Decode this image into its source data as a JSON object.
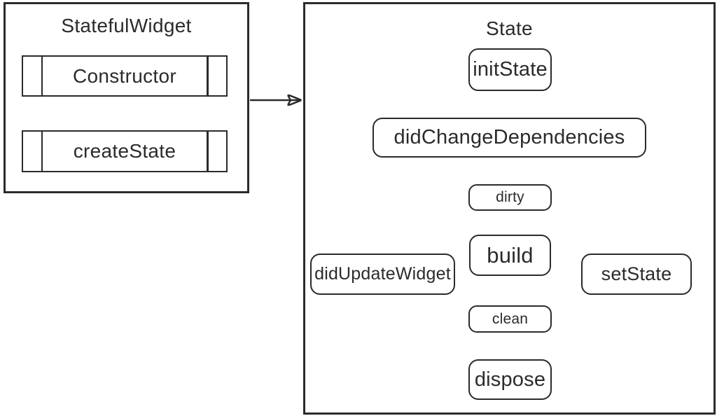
{
  "colors": {
    "ink": "#2b2b2b",
    "background": "#ffffff"
  },
  "left_panel": {
    "title": "StatefulWidget",
    "nodes": {
      "constructor": {
        "label": "Constructor",
        "shape": "subroutine"
      },
      "createState": {
        "label": "createState",
        "shape": "subroutine"
      }
    }
  },
  "right_panel": {
    "title": "State",
    "nodes": {
      "initState": {
        "label": "initState"
      },
      "didChangeDependencies": {
        "label": "didChangeDependencies"
      },
      "dirty": {
        "label": "dirty"
      },
      "build": {
        "label": "build"
      },
      "clean": {
        "label": "clean"
      },
      "dispose": {
        "label": "dispose"
      },
      "didUpdateWidget": {
        "label": "didUpdateWidget"
      },
      "setState": {
        "label": "setState"
      }
    }
  },
  "edges": [
    {
      "from": "Constructor",
      "to": "createState"
    },
    {
      "from": "StatefulWidget",
      "to": "State"
    },
    {
      "from": "initState",
      "to": "didChangeDependencies"
    },
    {
      "from": "didChangeDependencies",
      "to": "dirty"
    },
    {
      "from": "dirty",
      "to": "build"
    },
    {
      "from": "build",
      "to": "clean"
    },
    {
      "from": "clean",
      "to": "dispose"
    },
    {
      "from": "didUpdateWidget",
      "to": "dirty"
    },
    {
      "from": "setState",
      "to": "dirty"
    },
    {
      "from": "clean",
      "to": "didUpdateWidget"
    },
    {
      "from": "clean",
      "to": "setState"
    }
  ]
}
